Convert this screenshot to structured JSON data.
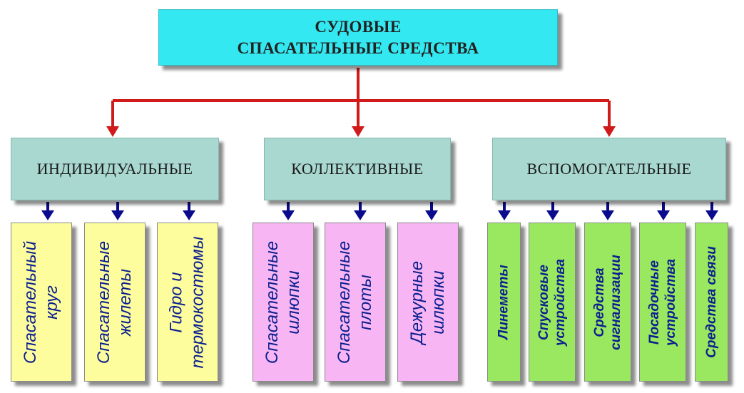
{
  "root": {
    "line1": "СУДОВЫЕ",
    "line2": "СПАСАТЕЛЬНЫЕ СРЕДСТВА"
  },
  "categories": [
    {
      "label": "ИНДИВИДУАЛЬНЫЕ"
    },
    {
      "label": "КОЛЛЕКТИВНЫЕ"
    },
    {
      "label": "ВСПОМОГАТЕЛЬНЫЕ"
    }
  ],
  "leaves": [
    {
      "line1": "Спасательный",
      "line2": "круг"
    },
    {
      "line1": "Спасательные",
      "line2": "жилеты"
    },
    {
      "line1": "Гидро и",
      "line2": "термокостюмы"
    },
    {
      "line1": "Спасательные",
      "line2": "шлюпки"
    },
    {
      "line1": "Спасательные",
      "line2": "плоты"
    },
    {
      "line1": "Дежурные",
      "line2": "шлюпки"
    },
    {
      "line1": "Линеметы",
      "line2": ""
    },
    {
      "line1": "Спусковые",
      "line2": "устройства"
    },
    {
      "line1": "Средства",
      "line2": "сигнализации"
    },
    {
      "line1": "Посадочные",
      "line2": "устройства"
    },
    {
      "line1": "Средства связи",
      "line2": ""
    }
  ],
  "colors": {
    "root_fill": "#33e8f0",
    "category_fill": "#a8d8d0",
    "individual_fill": "#fdfd9e",
    "collective_fill": "#f7b5f4",
    "auxiliary_fill": "#9ae860",
    "connector_red": "#d11a1a",
    "arrow_blue": "#0a0a8c",
    "leaf_text": "#0b1f8e"
  }
}
